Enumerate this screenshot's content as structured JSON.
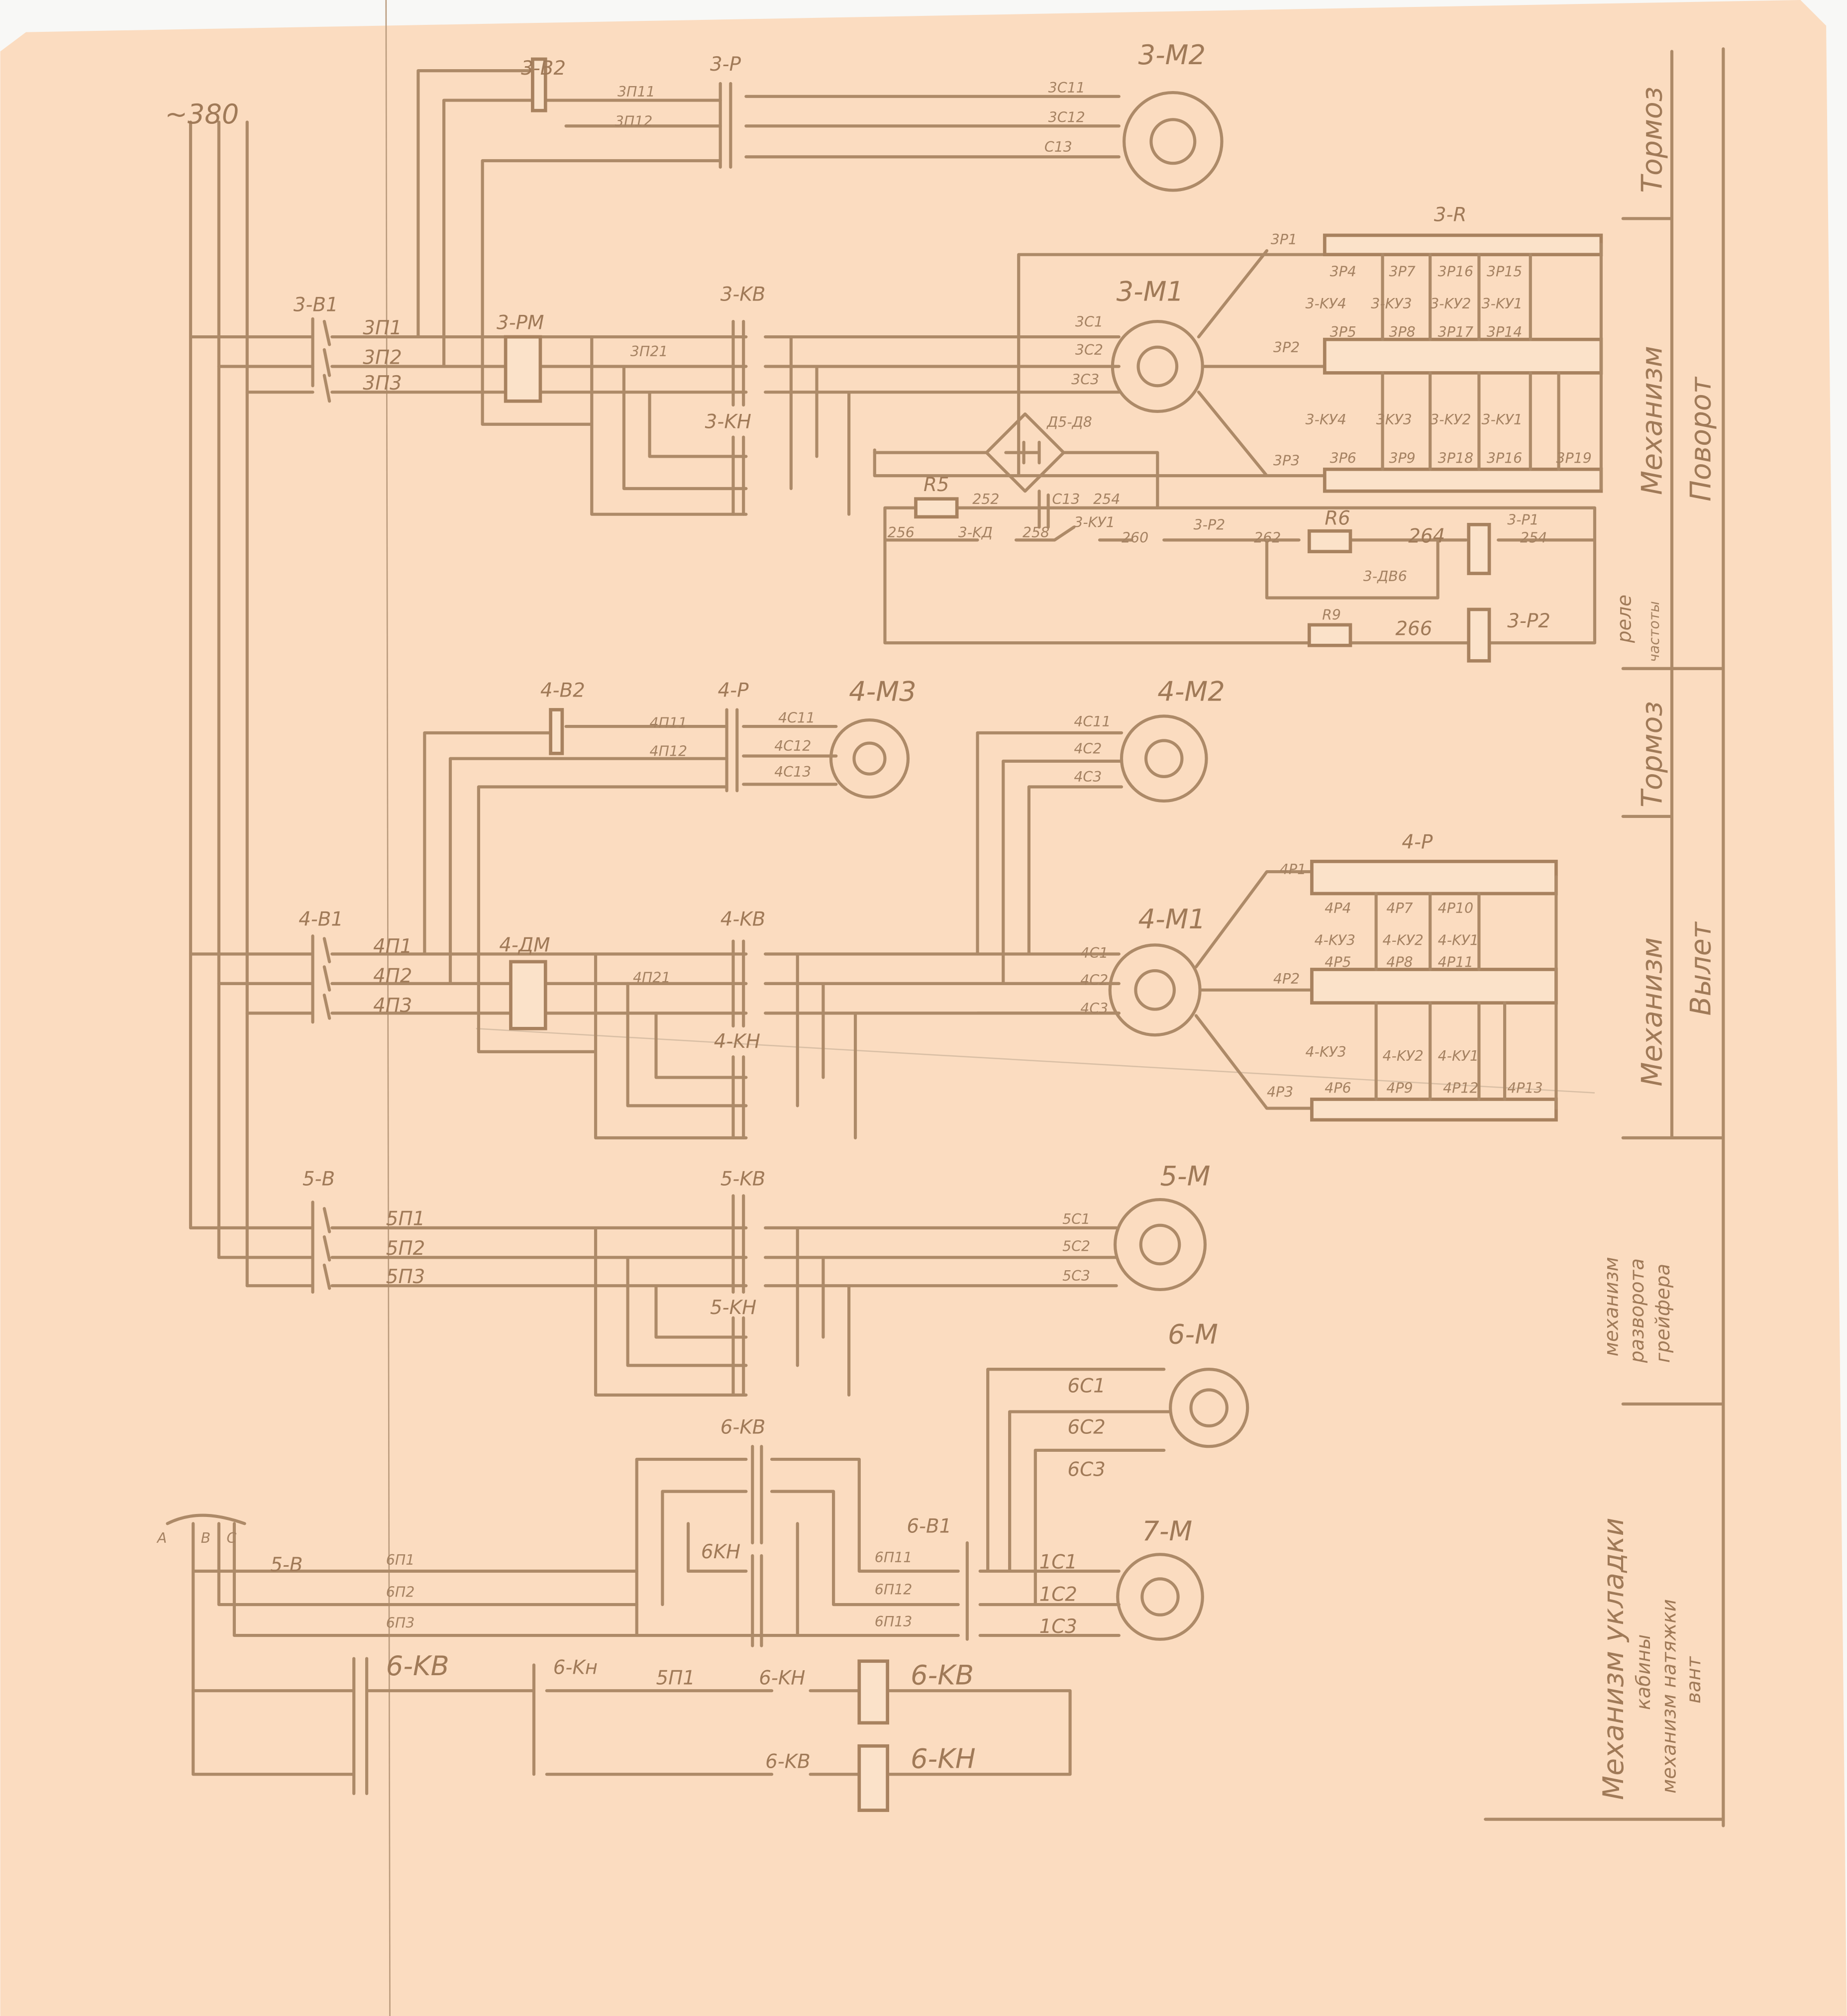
{
  "supply": "~380",
  "colors": {
    "paper": "#fbdcc0",
    "ink": "#a8825f"
  },
  "s3": {
    "b2": "3-B2",
    "p11": "3П11",
    "p12": "3П12",
    "p": "3-P",
    "c11": "3C11",
    "c12": "3C12",
    "c13": "C13",
    "m2": "3-M2",
    "b1": "3-B1",
    "p1": "3П1",
    "p2": "3П2",
    "p3": "3П3",
    "pm": "3-PM",
    "p21": "3П21",
    "kb": "3-KB",
    "kh": "3-KH",
    "c1": "3C1",
    "c2": "3C2",
    "c3": "3C3",
    "m1": "3-M1",
    "r": "3-R",
    "rp1": "3P1",
    "rp2": "3P2",
    "rp3": "3P3",
    "upper_contacts": [
      "3P4",
      "3P7",
      "3P16",
      "3P15"
    ],
    "upper_ku": [
      "3-KУ4",
      "3-KУ3",
      "3-KУ2",
      "3-KУ1"
    ],
    "mid_contacts": [
      "3P5",
      "3P8",
      "3P17",
      "3P14"
    ],
    "lower_ku": [
      "3-KУ4",
      "3KУ3",
      "3-KУ2",
      "3-KУ1"
    ],
    "lower_contacts": [
      "3P6",
      "3P9",
      "3P18",
      "3P16",
      "3P19"
    ],
    "bridge": "Д5-Д8",
    "r5": "R5",
    "n252": "252",
    "n254": "254",
    "n256": "256",
    "kd": "3-KД",
    "n258": "258",
    "ku1": "3-KУ1",
    "n260": "260",
    "p2c": "3-P2",
    "n262": "262",
    "r6": "R6",
    "n264": "264",
    "p1coil": "3-P1",
    "n254b": "254",
    "dv6": "3-ДВ6",
    "r9": "R9",
    "n266": "266",
    "p2coil": "3-P2"
  },
  "s4": {
    "b2": "4-B2",
    "p11": "4П11",
    "p12": "4П12",
    "p": "4-P",
    "c11": "4C11",
    "c12": "4C12",
    "c13": "4C13",
    "m3": "4-M3",
    "m2": "4-M2",
    "m2c1": "4C11",
    "m2c2": "4C2",
    "m2c3": "4C3",
    "b1": "4-B1",
    "p1": "4П1",
    "p2": "4П2",
    "p3": "4П3",
    "dm": "4-ДM",
    "p21": "4П21",
    "kb": "4-KB",
    "kh": "4-KH",
    "c1": "4C1",
    "c2": "4C2",
    "c3": "4C3",
    "m1": "4-M1",
    "r": "4-P",
    "rp1": "4P1",
    "rp2": "4P2",
    "rp3": "4P3",
    "upper_contacts": [
      "4P4",
      "4P7",
      "4P10"
    ],
    "upper_ku": [
      "4-KУ3",
      "4-KУ2",
      "4-KУ1"
    ],
    "mid_contacts": [
      "4P5",
      "4P8",
      "4P11"
    ],
    "lower_ku": [
      "4-KУ3",
      "4-KУ2",
      "4-KУ1"
    ],
    "lower_contacts": [
      "4P6",
      "4P9",
      "4P12",
      "4P13"
    ]
  },
  "s5": {
    "b": "5-B",
    "p1": "5П1",
    "p2": "5П2",
    "p3": "5П3",
    "kb": "5-KB",
    "kh": "5-KH",
    "c1": "5C1",
    "c2": "5C2",
    "c3": "5C3",
    "m": "5-M"
  },
  "s6": {
    "m": "6-M",
    "c1": "6C1",
    "c2": "6C2",
    "c3": "6C3",
    "kb": "6-KB",
    "kh": "6KH",
    "b1": "6-B1",
    "p11": "6П11",
    "p12": "6П12",
    "p13": "6П13",
    "m7": "7-M",
    "m7c1": "1C1",
    "m7c2": "1C2",
    "m7c3": "1C3",
    "phase_a": "A",
    "phase_b": "B",
    "phase_c": "C",
    "b": "5-B",
    "p1": "6П1",
    "p2": "6П2",
    "p3": "6П3"
  },
  "control": {
    "kb_contact": "6-KB",
    "kh_contact": "6-Kн",
    "p51": "5П1",
    "kh_contact2": "6-KН",
    "kb_coil": "6-KB",
    "kb_contact2": "6-KB",
    "kh_coil": "6-KН"
  },
  "title_block": {
    "brake3": "Тормоз",
    "mech3": "Механизм",
    "rotate": "Поворот",
    "relay1": "реле",
    "relay2": "частоты",
    "brake4": "Тормоз",
    "mech4": "Механизм",
    "reach": "Вылет",
    "grab1": "механизм",
    "grab2": "разворота",
    "grab3": "грейфера",
    "cab1": "Механизм укладки",
    "cab2": "кабины",
    "cab3": "механизм натяжки",
    "cab4": "вант"
  }
}
